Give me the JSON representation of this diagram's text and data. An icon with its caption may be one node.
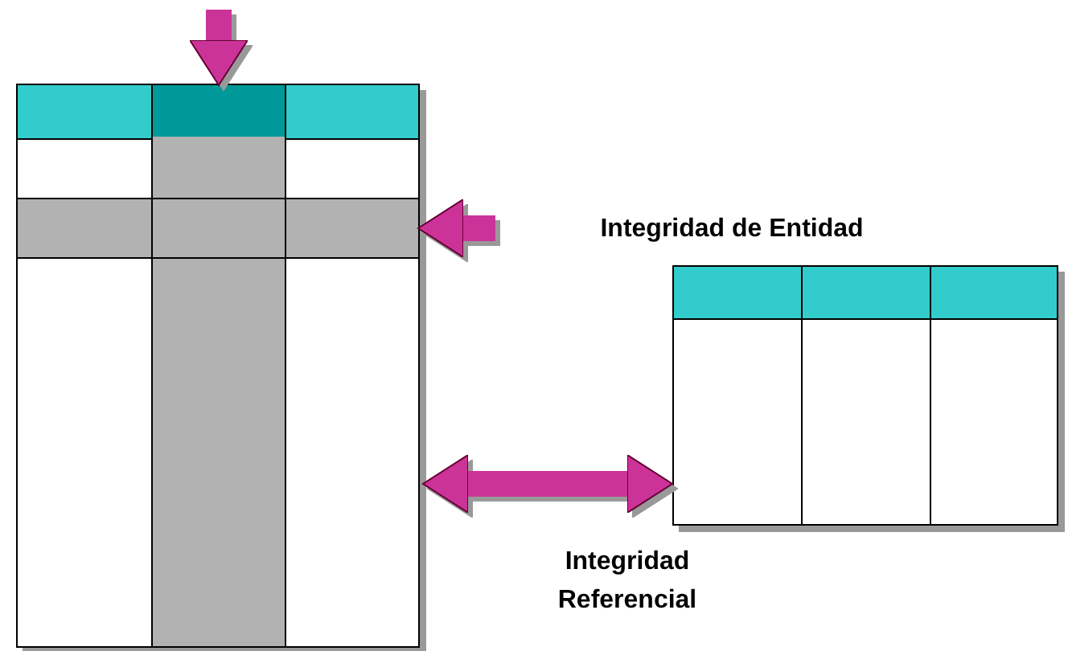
{
  "diagram": {
    "nodes": [
      {
        "text": [],
        "shape": "box"
      },
      {
        "text": [],
        "shape": "bar",
        "in": 0
      },
      {
        "text": [],
        "shape": "bar",
        "in": 0
      },
      {
        "text": [],
        "shape": "box"
      }
    ],
    "edges": [
      {
        "from": null,
        "to": 1,
        "arrow": "to"
      },
      {
        "from": null,
        "to": 2,
        "arrow": "to"
      },
      {
        "from": 0,
        "to": 3,
        "arrow": "both",
        "label": "Integridad Referencial"
      }
    ],
    "labels": [
      "Integridad de Entidad"
    ]
  }
}
